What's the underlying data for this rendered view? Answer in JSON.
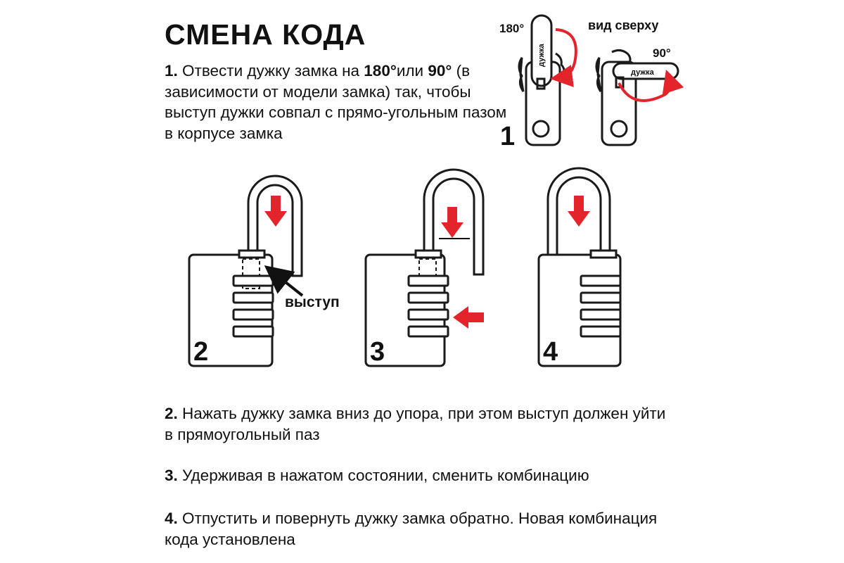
{
  "title": "СМЕНА КОДА",
  "step1": {
    "num": "1.",
    "text_a": " Отвести дужку замка на ",
    "angle_180": "180°",
    "text_b": "или ",
    "angle_90": "90°",
    "text_c": " (в зависимости от модели замка) так, чтобы выступ дужки совпал с прямо-угольным пазом в корпусе замка"
  },
  "top_view": {
    "label_180": "180°",
    "label_90": "90°",
    "label_view": "вид сверху",
    "shackle_label": "дужка",
    "figure_number": "1"
  },
  "figures": {
    "num_2": "2",
    "num_3": "3",
    "num_4": "4",
    "protrusion_label": "выступ"
  },
  "step2": {
    "num": "2.",
    "text": " Нажать дужку замка вниз до упора, при этом выступ должен уйти в прямоугольный паз"
  },
  "step3": {
    "num": "3.",
    "text": " Удерживая в нажатом состоянии, сменить комбинацию"
  },
  "step4": {
    "num": "4.",
    "text": " Отпустить и повернуть дужку замка обратно. Новая комбинация кода установлена"
  },
  "colors": {
    "arrow_red": "#e3242b",
    "outline": "#1a1a1a"
  }
}
